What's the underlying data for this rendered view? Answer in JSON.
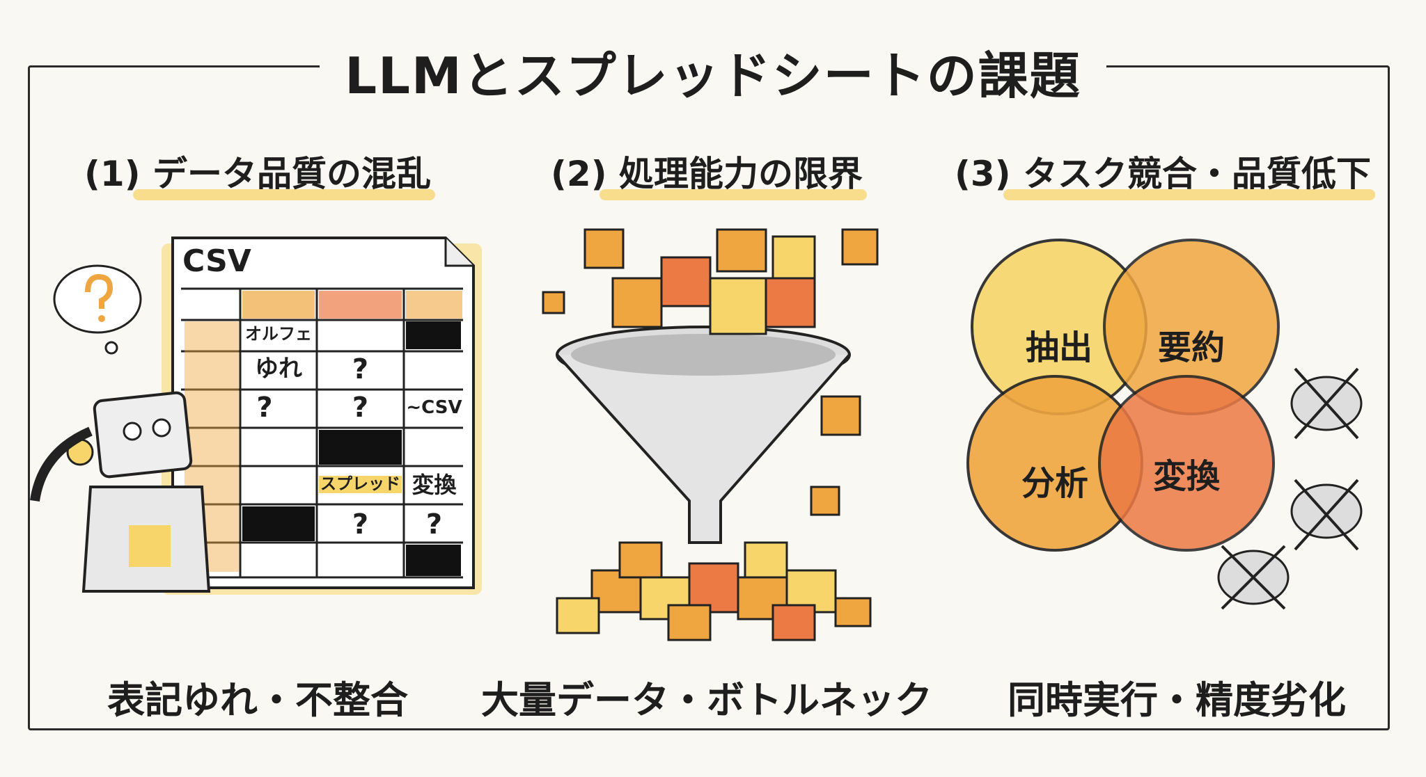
{
  "title": "LLMとスプレッドシートの課題",
  "sections": [
    {
      "heading": "(1) データ品質の混乱",
      "caption": "表記ゆれ・不整合",
      "sheet": {
        "label": "CSV",
        "cells": [
          "オルフェ",
          "ゆれ",
          "?",
          "?",
          "?",
          "~CSV",
          "スプレッド",
          "変換",
          "?",
          "?"
        ]
      }
    },
    {
      "heading": "(2) 処理能力の限界",
      "caption": "大量データ・ボトルネック"
    },
    {
      "heading": "(3) タスク競合・品質低下",
      "caption": "同時実行・精度劣化",
      "bubbles": [
        "抽出",
        "要約",
        "分析",
        "変換"
      ]
    }
  ],
  "colors": {
    "yellow": "#f7d56a",
    "orange": "#f0a640",
    "red_orange": "#ec7a45",
    "ink": "#1e1e1e"
  }
}
